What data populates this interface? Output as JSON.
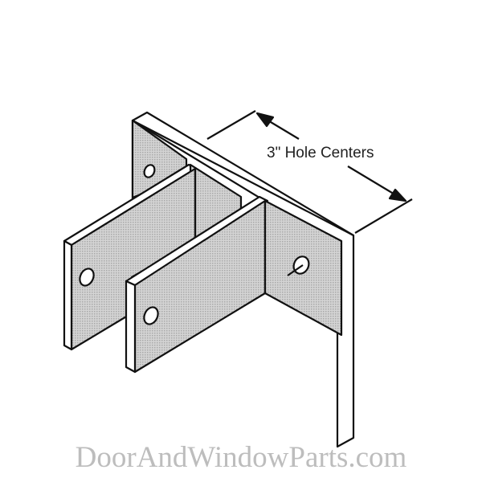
{
  "diagram": {
    "subject": "two-ear partition bracket (isometric)",
    "dimension_label": "3\" Hole Centers",
    "colors": {
      "line": "#111111",
      "face_shade": "#c9c9c9",
      "edge_face": "#ffffff",
      "watermark": "#bdbdbd"
    }
  },
  "watermark": {
    "text": "DoorAndWindowParts.com"
  }
}
